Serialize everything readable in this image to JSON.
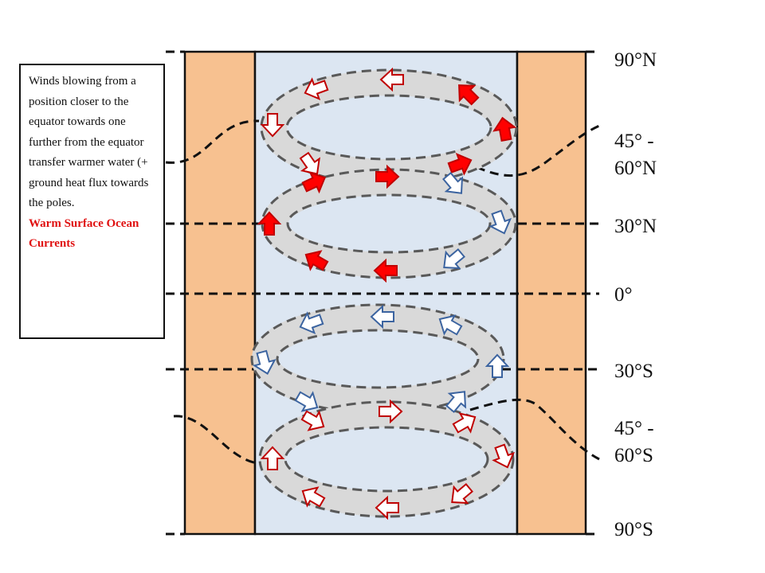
{
  "latitudes": {
    "n90": "90°N",
    "n45_60": "45° -\n60°N",
    "n30": "30°N",
    "eq": "0°",
    "s30": "30°S",
    "s45_60": "45° -\n60°S",
    "s90": "90°S"
  },
  "note": {
    "text": "Winds blowing from a position closer to the equator towards one further from the equator transfer warmer water (+ ground heat flux towards the poles.",
    "highlight": "Warm Surface Ocean Currents"
  },
  "colors": {
    "land": "#f7c190",
    "ocean": "#dce6f2",
    "gyre_band": "#d9d9d9",
    "warm_current": "#ff0000",
    "warm_outline": "#c00000",
    "cold_current": "#3c64a0"
  },
  "icons": {
    "current_arrow": "block-arrow-icon"
  }
}
